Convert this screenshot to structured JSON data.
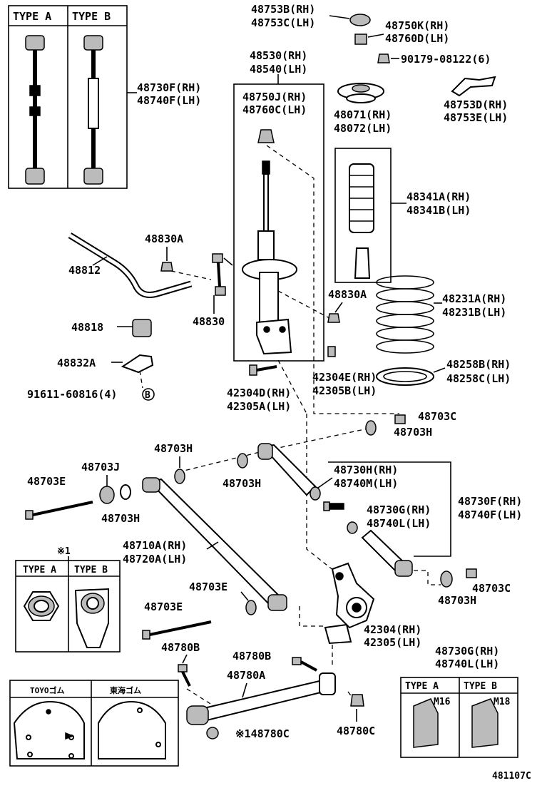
{
  "diagram_id": "481107C",
  "type_box_top": {
    "type_a": "TYPE A",
    "type_b": "TYPE B"
  },
  "type_box_mid": {
    "marker": "※1",
    "type_a": "TYPE A",
    "type_b": "TYPE B"
  },
  "type_box_bottom": {
    "type_a": "TYPE A",
    "type_b": "TYPE B",
    "size_a": "M16",
    "size_b": "M18"
  },
  "bushing_box": {
    "left": "TOYOゴム",
    "right": "東海ゴム"
  },
  "labels": {
    "p48753b": "48753B(RH)",
    "p48753c": "48753C(LH)",
    "p48750k": "48750K(RH)",
    "p48760d": "48760D(LH)",
    "p90179": "90179-08122(6)",
    "p48530": "48530(RH)",
    "p48540": "48540(LH)",
    "p48750j": "48750J(RH)",
    "p48760c": "48760C(LH)",
    "p48071": "48071(RH)",
    "p48072": "48072(LH)",
    "p48753d": "48753D(RH)",
    "p48753e": "48753E(LH)",
    "p48730f_top": "48730F(RH)",
    "p48740f_top": "48740F(LH)",
    "p48341a": "48341A(RH)",
    "p48341b": "48341B(LH)",
    "p48830a_1": "48830A",
    "p48812": "48812",
    "p48830a_2": "48830A",
    "p48830": "48830",
    "p48231a": "48231A(RH)",
    "p48231b": "48231B(LH)",
    "p48818": "48818",
    "p48832a": "48832A",
    "p48258b": "48258B(RH)",
    "p48258c": "48258C(LH)",
    "p42304e": "42304E(RH)",
    "p42305b": "42305B(LH)",
    "p91611": "91611-60816(4)",
    "circ_b": "B",
    "p42304d": "42304D(RH)",
    "p42305a": "42305A(LH)",
    "p48703c_1": "48703C",
    "p48703h_1": "48703H",
    "p48703h_2": "48703H",
    "p48703h_3": "48703H",
    "p48703j": "48703J",
    "p48703e_1": "48703E",
    "p48730h": "48730H(RH)",
    "p48740m": "48740M(LH)",
    "p48730f_mid": "48730F(RH)",
    "p48740f_mid": "48740F(LH)",
    "p48730g_1": "48730G(RH)",
    "p48740l_1": "48740L(LH)",
    "p48703h_4": "48703H",
    "p48710a": "48710A(RH)",
    "p48720a": "48720A(LH)",
    "p48703e_2": "48703E",
    "p48703e_3": "48703E",
    "p48703c_2": "48703C",
    "p48703h_5": "48703H",
    "p42304": "42304(RH)",
    "p42305": "42305(LH)",
    "p48780b_1": "48780B",
    "p48780b_2": "48780B",
    "p48780a": "48780A",
    "p48730g_2": "48730G(RH)",
    "p48740l_2": "48740L(LH)",
    "p48780c_1": "※148780C",
    "p48780c_2": "48780C"
  }
}
